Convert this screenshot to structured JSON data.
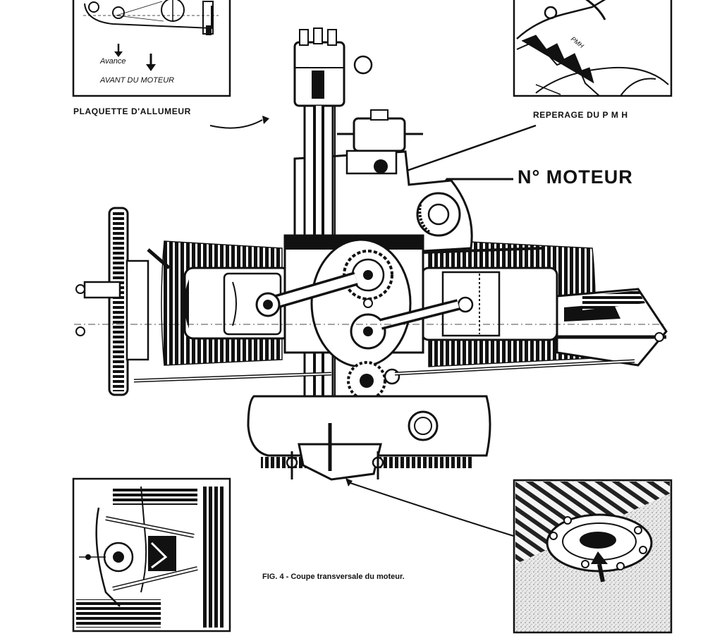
{
  "labels": {
    "distributor_plate": "PLAQUETTE D'ALLUMEUR",
    "tdc_marking": "REPERAGE DU P M H",
    "engine_number": "N° MOTEUR",
    "advance": "Avance",
    "engine_front": "AVANT DU MOTEUR",
    "tdc_short": "PMH",
    "caption": "FIG.  4 - Coupe transversale du moteur."
  }
}
